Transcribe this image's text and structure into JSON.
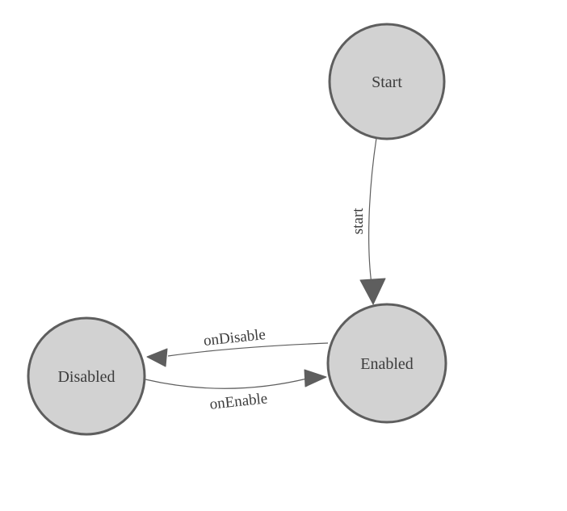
{
  "diagram": {
    "kind": "finite-state-machine",
    "nodes": [
      {
        "id": "start-node",
        "label": "Start"
      },
      {
        "id": "enabled-node",
        "label": "Enabled"
      },
      {
        "id": "disabled-node",
        "label": "Disabled"
      }
    ],
    "edges": [
      {
        "from": "Start",
        "to": "Enabled",
        "label": "start"
      },
      {
        "from": "Enabled",
        "to": "Disabled",
        "label": "onDisable"
      },
      {
        "from": "Disabled",
        "to": "Enabled",
        "label": "onEnable"
      }
    ]
  },
  "colors": {
    "bg": "#ffffff",
    "node_fill": "#d2d2d2",
    "node_stroke": "#5e5e5e",
    "edge": "#5e5e5e",
    "text": "#3c3c3c"
  }
}
